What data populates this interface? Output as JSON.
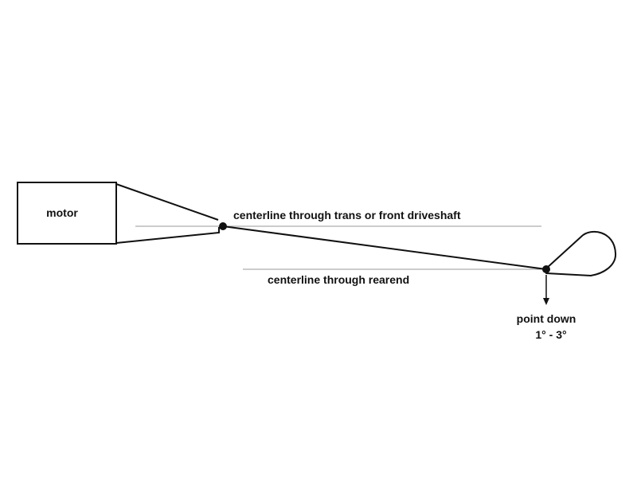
{
  "diagram": {
    "motor_label": "motor",
    "trans_centerline_label": "centerline through trans or front driveshaft",
    "rearend_centerline_label": "centerline through rearend",
    "pinion_note_line1": "point down",
    "pinion_note_line2": "1° - 3°"
  },
  "colors": {
    "ink": "#111111",
    "centerline": "#9a9a9a",
    "background": "#ffffff"
  }
}
